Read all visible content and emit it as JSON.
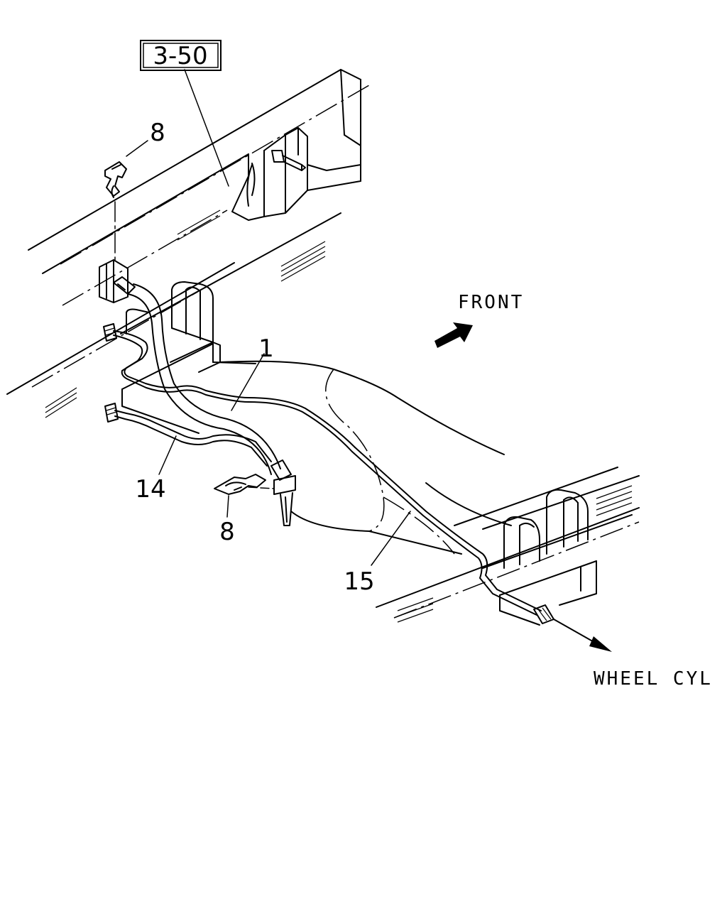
{
  "diagram": {
    "ref_box": "3-50",
    "front_label": "FRONT",
    "wheel_cyl_label": "WHEEL CYL",
    "callouts": {
      "part_8_top": "8",
      "part_8_bottom": "8",
      "part_1": "1",
      "part_14": "14",
      "part_15": "15"
    }
  }
}
